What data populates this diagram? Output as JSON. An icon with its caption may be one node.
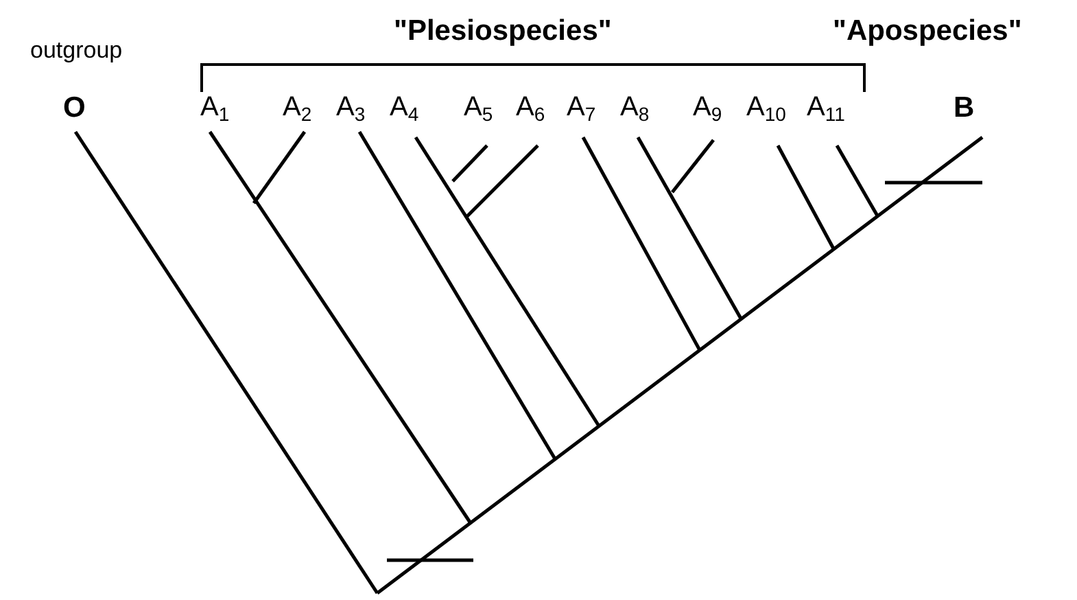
{
  "diagram": {
    "labels": [
      "outgroup",
      "\"Plesiospecies\"",
      "\"Apospecies\"",
      "O",
      "A$_{1}$",
      "A$_{2}$",
      "A$_{3}$",
      "A$_{4}$",
      "A$_{5}$",
      "A$_{6}$",
      "A$_{7}$",
      "A$_{8}$",
      "A$_{9}$",
      "A$_{10}$",
      "A$_{11}$",
      "B"
    ]
  }
}
